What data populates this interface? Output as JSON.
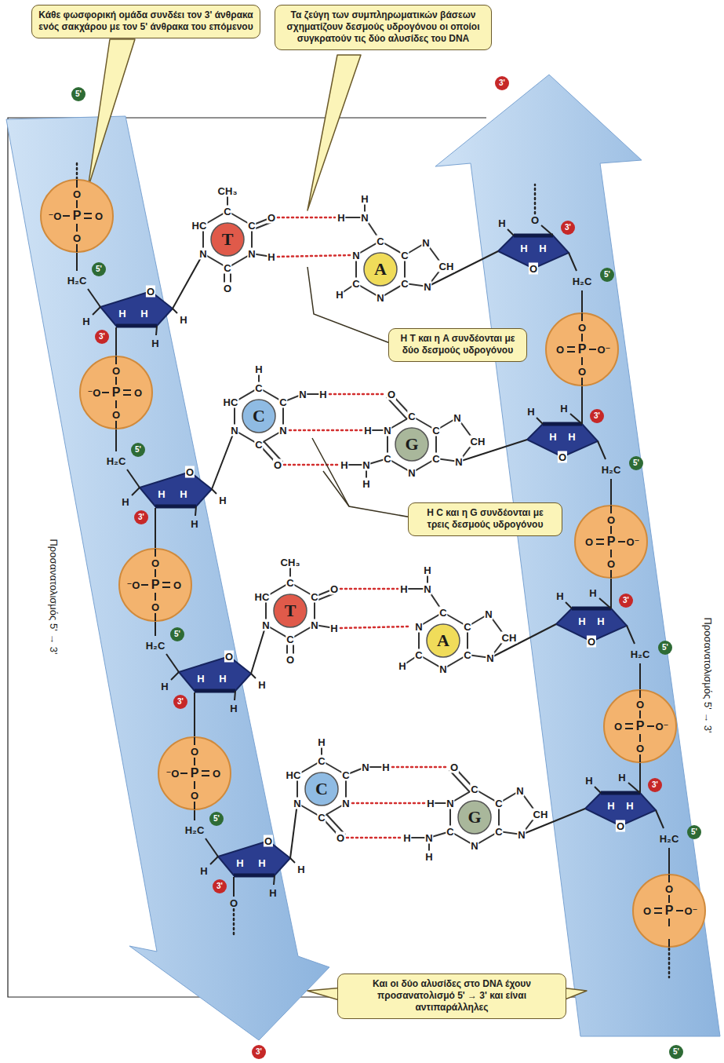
{
  "diagram": {
    "nodes": [
      {
        "text": [
          "Κάθε φωσφορική ομάδα συνδέει τον 3' άνθρακα ενός σακχάρου με τον 5' άνθρακα του επόμενου"
        ]
      },
      {
        "text": [
          "Τα ζεύγη των συμπληρωματικών βάσεων σχηματίζουν δεσμούς υδρογόνου οι οποίοι συγκρατούν τις δύο αλυσίδες του DNA"
        ]
      },
      {
        "text": [
          "O",
          "⁻O",
          "P",
          "O",
          "O"
        ]
      },
      {
        "text": [
          "T"
        ]
      },
      {
        "text": [
          "A"
        ]
      },
      {
        "text": [
          "Η T και η A συνδέονται με δύο δεσμούς υδρογόνου"
        ]
      },
      {
        "text": [
          "O",
          "O",
          "P",
          "O⁻",
          "O"
        ]
      },
      {
        "text": [
          "O",
          "⁻O",
          "P",
          "O",
          "O"
        ]
      },
      {
        "text": [
          "C"
        ]
      },
      {
        "text": [
          "G"
        ]
      },
      {
        "text": [
          "Η C και η G συνδέονται με τρεις δεσμούς υδρογόνου"
        ]
      },
      {
        "text": [
          "O",
          "O",
          "P",
          "O⁻",
          "O"
        ]
      },
      {
        "text": [
          "O",
          "⁻O",
          "P",
          "O",
          "O"
        ]
      },
      {
        "text": [
          "T"
        ]
      },
      {
        "text": [
          "A"
        ]
      },
      {
        "text": [
          "O",
          "O",
          "P",
          "O⁻",
          "O"
        ]
      },
      {
        "text": [
          "O",
          "⁻O",
          "P",
          "O",
          "O"
        ]
      },
      {
        "text": [
          "C"
        ]
      },
      {
        "text": [
          "G"
        ]
      },
      {
        "text": [
          "O",
          "O",
          "P",
          "O⁻"
        ]
      },
      {
        "text": [
          "Και οι δύο αλυσίδες στο DNA έχουν προσανατολισμό 5' → 3' και είναι αντιπαράλληλες"
        ]
      }
    ],
    "labels": [
      "5'",
      "3'",
      "H₂C",
      "5'",
      "O",
      "H",
      "H",
      "H",
      "H",
      "3'",
      "H",
      "CH₃",
      "C",
      "C",
      "O",
      "HC",
      "N",
      "H",
      "N",
      "C",
      "O",
      "H",
      "N",
      "H",
      "C",
      "N",
      "C",
      "H",
      "N",
      "C",
      "C",
      "N",
      "CH",
      "N",
      "H",
      "O",
      "H",
      "H",
      "O",
      "3'",
      "H₂C",
      "5'",
      "H₂C",
      "5'",
      "O",
      "H",
      "H",
      "H",
      "H",
      "3'",
      "H",
      "H",
      "C",
      "N",
      "H",
      "HC",
      "C",
      "N",
      "N",
      "C",
      "O",
      "O",
      "C",
      "H",
      "N",
      "C",
      "H",
      "N",
      "H",
      "N",
      "C",
      "C",
      "N",
      "CH",
      "N",
      "H",
      "H",
      "H",
      "H",
      "O",
      "3'",
      "H₂C",
      "5'",
      "H₂C",
      "5'",
      "O",
      "H",
      "H",
      "H",
      "H",
      "3'",
      "H",
      "CH₃",
      "C",
      "C",
      "O",
      "HC",
      "N",
      "H",
      "N",
      "C",
      "O",
      "H",
      "N",
      "H",
      "C",
      "N",
      "C",
      "H",
      "N",
      "C",
      "C",
      "N",
      "CH",
      "N",
      "H",
      "H",
      "H",
      "H",
      "O",
      "3'",
      "H₂C",
      "5'",
      "H₂C",
      "5'",
      "O",
      "H",
      "H",
      "H",
      "H",
      "3'",
      "H",
      "O",
      "H",
      "C",
      "N",
      "H",
      "HC",
      "C",
      "N",
      "N",
      "C",
      "O",
      "O",
      "C",
      "H",
      "N",
      "C",
      "H",
      "N",
      "H",
      "N",
      "C",
      "C",
      "N",
      "CH",
      "N",
      "H",
      "H",
      "H",
      "H",
      "O",
      "3'",
      "H₂C",
      "5'",
      "Προσανατολισμός 5' → 3'",
      "Προσανατολισμός 5' → 3'",
      "3'",
      "5'"
    ]
  }
}
